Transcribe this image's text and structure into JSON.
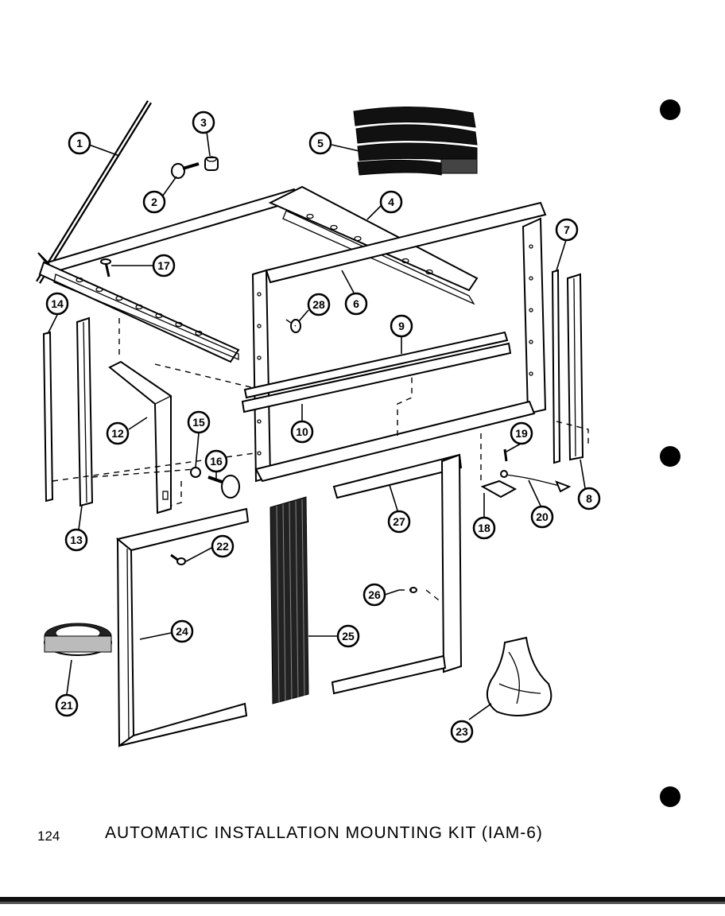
{
  "page_number": "124",
  "title": "AUTOMATIC INSTALLATION MOUNTING KIT (IAM-6)",
  "callouts": [
    "1",
    "2",
    "3",
    "4",
    "5",
    "6",
    "7",
    "8",
    "9",
    "10",
    "12",
    "13",
    "14",
    "15",
    "16",
    "17",
    "18",
    "19",
    "20",
    "21",
    "22",
    "23",
    "24",
    "25",
    "26",
    "27",
    "28"
  ]
}
